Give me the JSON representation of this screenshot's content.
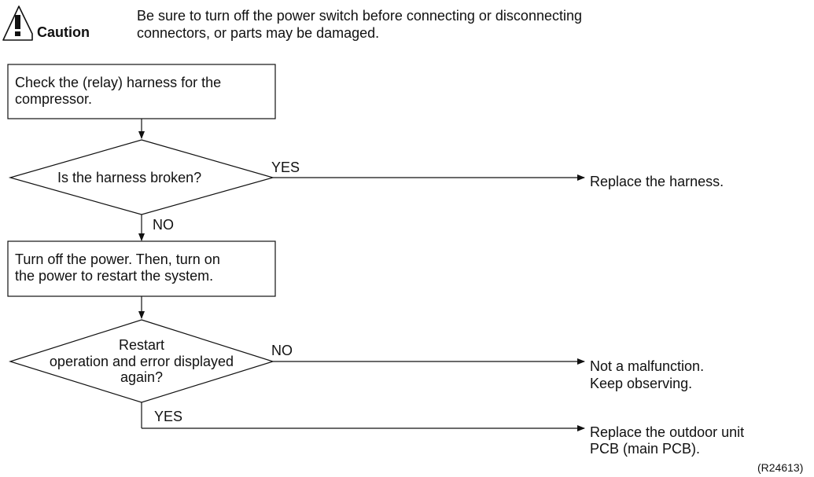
{
  "caution": {
    "label": "Caution",
    "line1": "Be sure to turn off the power switch before connecting or disconnecting",
    "line2": "connectors, or parts may be damaged.",
    "icon": "warning-triangle-icon"
  },
  "steps": {
    "box1": {
      "line1": "Check the (relay) harness for the",
      "line2": "compressor."
    },
    "decision1": {
      "text": "Is the harness broken?",
      "yes_label": "YES",
      "no_label": "NO",
      "yes_result": "Replace the harness."
    },
    "box2": {
      "line1": "Turn off the power. Then, turn on",
      "line2": "the power to restart the system."
    },
    "decision2": {
      "line1": "Restart",
      "line2": "operation and error displayed",
      "line3": "again?",
      "no_label": "NO",
      "yes_label": "YES",
      "no_result_line1": "Not a malfunction.",
      "no_result_line2": "Keep observing.",
      "yes_result_line1": "Replace the outdoor unit",
      "yes_result_line2": "PCB (main PCB)."
    }
  },
  "figure_ref": "(R24613)"
}
